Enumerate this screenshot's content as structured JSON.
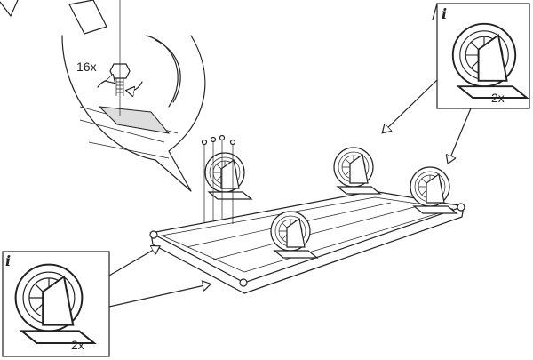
{
  "detail": {
    "quantity": "16x"
  },
  "callout_top_right": {
    "info_icon": "i",
    "quantity": "2x"
  },
  "callout_bottom_left": {
    "info_icon": "i",
    "quantity": "2x"
  },
  "colors": {
    "line": "#222222",
    "background": "#ffffff"
  }
}
